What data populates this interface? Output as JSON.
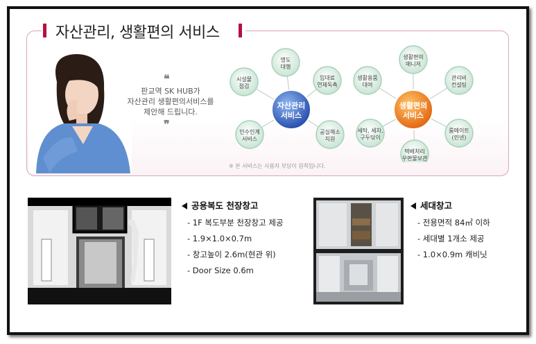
{
  "title": "자산관리, 생활편의 서비스",
  "quote": {
    "open_mark": "❝",
    "close_mark": "❞",
    "lines": [
      "판교역 SK HUB가",
      "자산관리 생활편의서비스를",
      "제안해 드립니다."
    ]
  },
  "asset_hub": {
    "label_line1": "자산관리",
    "label_line2": "서비스",
    "color": "#2d62c6",
    "nodes": [
      {
        "l1": "명도",
        "l2": "대행"
      },
      {
        "l1": "임대료",
        "l2": "연체독촉"
      },
      {
        "l1": "공실해소",
        "l2": "지원"
      },
      {
        "l1": "인수인계",
        "l2": "서비스"
      },
      {
        "l1": "시설물",
        "l2": "점검"
      }
    ]
  },
  "life_hub": {
    "label_line1": "생활편의",
    "label_line2": "서비스",
    "color": "#f08a18",
    "nodes": [
      {
        "l1": "생활편의",
        "l2": "매니저"
      },
      {
        "l1": "관리비",
        "l2": "컨설팅"
      },
      {
        "l1": "룸메이트",
        "l2": "(린넨)"
      },
      {
        "l1": "택배처리",
        "l2": "우편물보관"
      },
      {
        "l1": "세탁, 세차,",
        "l2": "구두닦이"
      },
      {
        "l1": "생활용품",
        "l2": "대여"
      }
    ]
  },
  "node_color": "#cfe8da",
  "note": "※ 본 서비스는 사용자 부담이 원칙입니다.",
  "section1": {
    "title": "공용복도 천장창고",
    "bullets": [
      "- 1F 복도부분 천장창고 제공",
      "- 1.9×1.0×0.7m",
      "- 창고높이 2.6m(현관 위)",
      "- Door Size 0.6m"
    ]
  },
  "section2": {
    "title": "세대창고",
    "bullets": [
      "- 전용면적 84㎡ 이하",
      "- 세대별 1개소 제공",
      "- 1.0×0.9m 캐비닛"
    ]
  }
}
